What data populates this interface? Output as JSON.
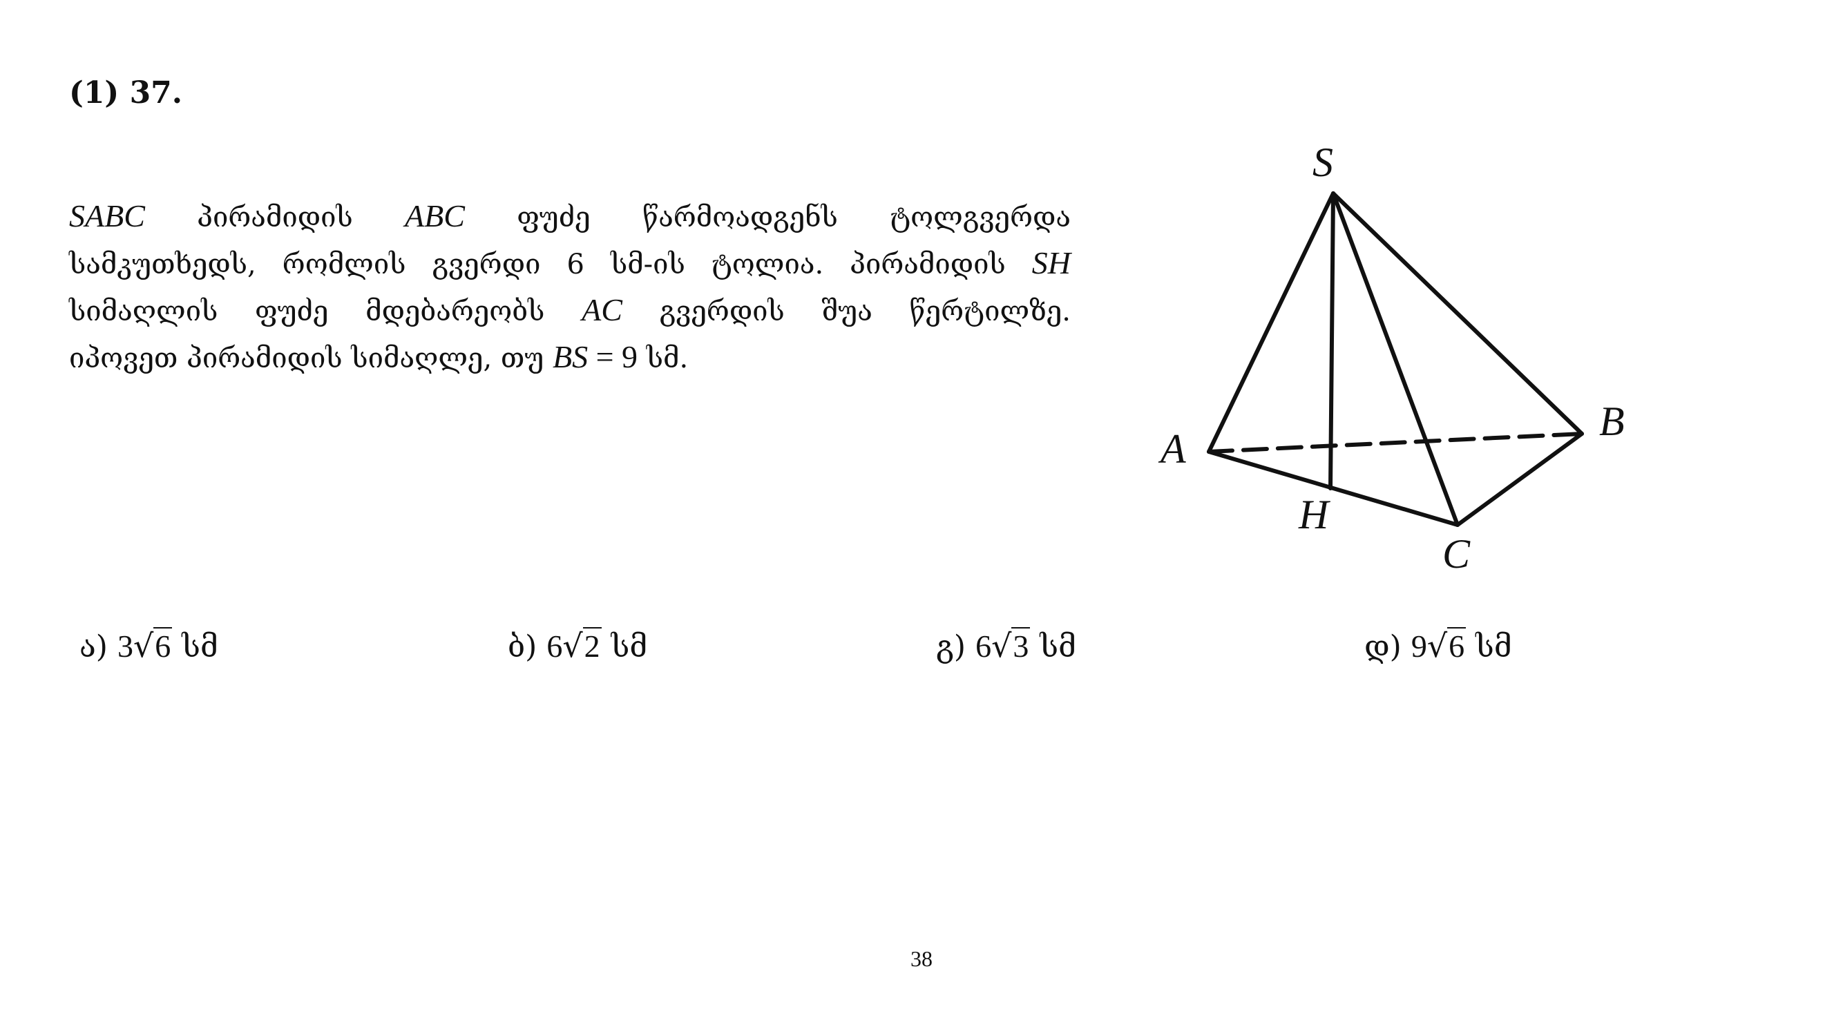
{
  "problem": {
    "number": "(1) 37.",
    "text_lines": [
      {
        "parts": [
          {
            "t": "SABC",
            "m": true
          },
          {
            "t": " პირამიდის ",
            "m": false
          },
          {
            "t": "ABC",
            "m": true
          },
          {
            "t": " ფუძე წარმოადგენს ტოლგვერდა",
            "m": false
          }
        ]
      },
      {
        "parts": [
          {
            "t": "სამკუთხედს, რომლის გვერდი 6 სმ-ის ტოლია. პირამიდის ",
            "m": false
          },
          {
            "t": "SH",
            "m": true
          }
        ]
      },
      {
        "parts": [
          {
            "t": "სიმაღლის ფუძე მდებარეობს ",
            "m": false
          },
          {
            "t": "AC",
            "m": true
          },
          {
            "t": " გვერდის შუა წერტილზე.",
            "m": false
          }
        ]
      },
      {
        "parts": [
          {
            "t": "იპოვეთ პირამიდის სიმაღლე, თუ ",
            "m": false
          },
          {
            "t": "BS",
            "m": true
          },
          {
            "t": " = 9",
            "m": "up"
          },
          {
            "t": " სმ.",
            "m": false
          }
        ]
      }
    ]
  },
  "figure": {
    "labels": {
      "S": "S",
      "A": "A",
      "B": "B",
      "C": "C",
      "H": "H"
    },
    "stroke_color": "#111111"
  },
  "answers": [
    {
      "letter": "ა)",
      "coef": "3",
      "radicand": "6",
      "unit": "სმ"
    },
    {
      "letter": "ბ)",
      "coef": "6",
      "radicand": "2",
      "unit": "სმ"
    },
    {
      "letter": "გ)",
      "coef": "6",
      "radicand": "3",
      "unit": "სმ"
    },
    {
      "letter": "დ)",
      "coef": "9",
      "radicand": "6",
      "unit": "სმ"
    }
  ],
  "page_number": "38"
}
